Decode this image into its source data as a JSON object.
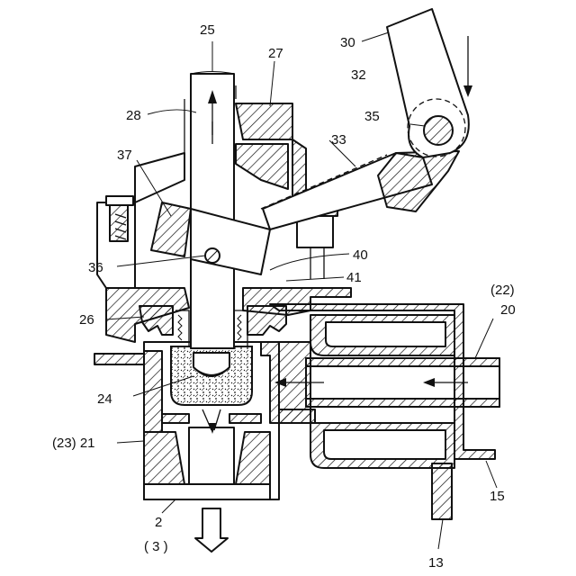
{
  "labels": {
    "l25": "25",
    "l27": "27",
    "l30": "30",
    "l32": "32",
    "l28": "28",
    "l35": "35",
    "l33": "33",
    "l37": "37",
    "l40": "40",
    "l36": "36",
    "l41": "41",
    "l22": "(22)",
    "l20": "20",
    "l26": "26",
    "l24": "24",
    "l23_21": "(23) 21",
    "l15": "15",
    "l2": "2",
    "l3": "( 3 )",
    "l13": "13"
  },
  "colors": {
    "ink": "#111111",
    "paper": "#ffffff"
  }
}
